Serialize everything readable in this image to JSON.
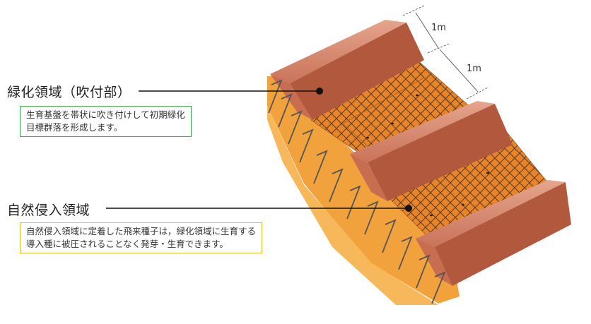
{
  "labels": {
    "green_zone_title": "緑化領域（吹付部）",
    "green_zone_desc": "生育基盤を帯状に吹き付けして初期緑化\n目標群落を形成します。",
    "invasion_zone_title": "自然侵入領域",
    "invasion_zone_desc": "自然侵入領域に定着した飛来種子は，緑化領域に生育する\n導入種に被圧されることなく発芽・生育できます。"
  },
  "dimensions": {
    "band_width": "1m",
    "gap_width": "1m"
  },
  "colors": {
    "soil": "#f2a23c",
    "band_top": "#d98a6c",
    "band_side": "#b2593d",
    "band_end": "#c86d50",
    "mesh_bg": "#e8852a",
    "mesh_line": "#5a3a1c",
    "anchor": "#555555",
    "note_green": "#3fb24f",
    "note_yellow": "#f2b820"
  }
}
